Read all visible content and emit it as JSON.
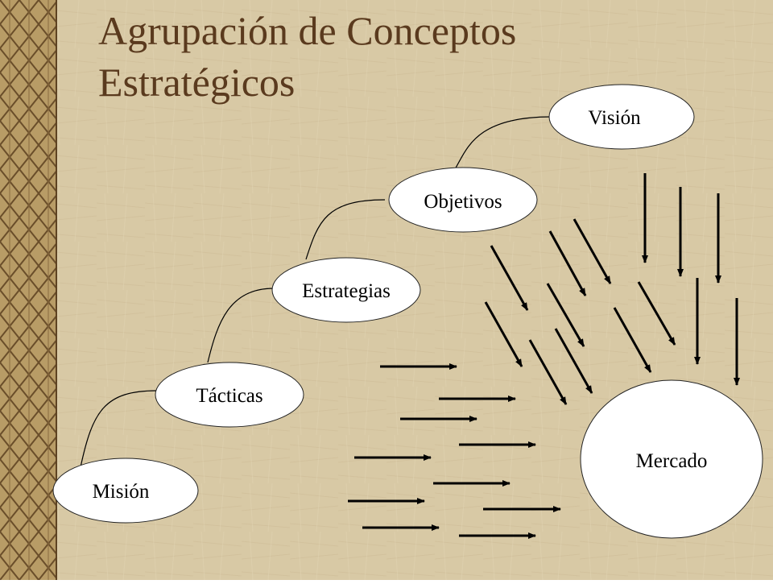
{
  "slide": {
    "title_line1": "Agrupación de Conceptos",
    "title_line2": "Estratégicos"
  },
  "nodes": {
    "mision": "Misión",
    "tacticas": "Tácticas",
    "estrategias": "Estrategias",
    "objetivos": "Objetivos",
    "vision": "Visión",
    "mercado": "Mercado"
  },
  "colors": {
    "background": "#d8c9a5",
    "title": "#5a3a1e",
    "node_fill": "#ffffff",
    "lines": "#000000"
  }
}
